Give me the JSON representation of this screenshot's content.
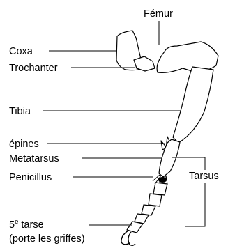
{
  "labels": {
    "femur": "Fémur",
    "coxa": "Coxa",
    "trochanter": "Trochanter",
    "tibia": "Tibia",
    "epines": "épines",
    "metatarsus": "Metatarsus",
    "penicillus": "Penicillus",
    "tarsus": "Tarsus",
    "tarse5_line1": "5",
    "tarse5_sup": "e",
    "tarse5_rest": " tarse",
    "tarse5_line2": "(porte les griffes)"
  },
  "colors": {
    "ink": "#000000",
    "background": "#ffffff"
  }
}
